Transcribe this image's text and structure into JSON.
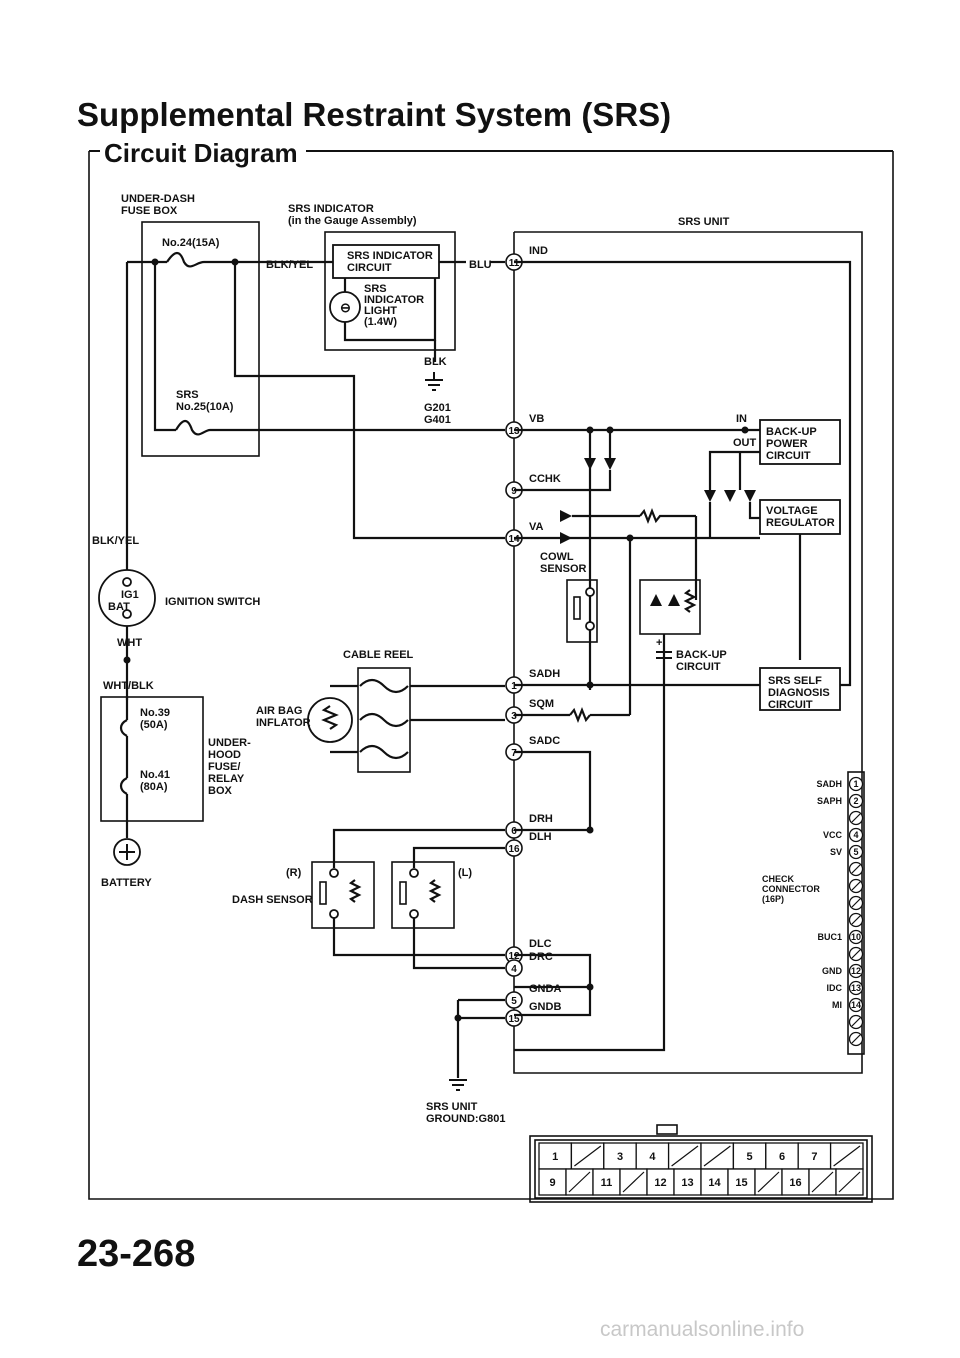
{
  "page": {
    "title": "Supplemental Restraint System (SRS)",
    "subtitle": "Circuit Diagram",
    "page_number": "23-268",
    "watermark": "carmanualsonline.info"
  },
  "labels": {
    "underdash_fuse_box": [
      "UNDER-DASH",
      "FUSE BOX"
    ],
    "fuse_24": "No.24(15A)",
    "fuse_25": [
      "SRS",
      "No.25(10A)"
    ],
    "srs_indicator": [
      "SRS INDICATOR",
      "(in the Gauge Assembly)"
    ],
    "srs_indicator_circuit": [
      "SRS INDICATOR",
      "CIRCUIT"
    ],
    "srs_indicator_light": [
      "SRS",
      "INDICATOR",
      "LIGHT",
      "(1.4W)"
    ],
    "srs_unit": "SRS UNIT",
    "blk_yel_1": "BLK/YEL",
    "blk_yel_2": "BLK/YEL",
    "blu": "BLU",
    "blk": "BLK",
    "ground_g201": [
      "G201",
      "G401"
    ],
    "ignition_switch": "IGNITION SWITCH",
    "ig1": "IG1",
    "bat": "BAT",
    "wht": "WHT",
    "wht_blk": "WHT/BLK",
    "fuse_39": [
      "No.39",
      "(50A)"
    ],
    "fuse_41": [
      "No.41",
      "(80A)"
    ],
    "underhood_box": [
      "UNDER-",
      "HOOD",
      "FUSE/",
      "RELAY",
      "BOX"
    ],
    "battery": "BATTERY",
    "cable_reel": "CABLE REEL",
    "air_bag_inflator": [
      "AIR BAG",
      "INFLATOR"
    ],
    "dash_sensor": "DASH SENSOR",
    "sensor_r": "(R)",
    "sensor_l": "(L)",
    "cowl_sensor": [
      "COWL",
      "SENSOR"
    ],
    "backup_power": [
      "BACK-UP",
      "POWER",
      "CIRCUIT"
    ],
    "in_label": "IN",
    "out_label": "OUT",
    "voltage_regulator": [
      "VOLTAGE",
      "REGULATOR"
    ],
    "backup_circuit": [
      "BACK-UP",
      "CIRCUIT"
    ],
    "self_diagnosis": [
      "SRS SELF",
      "DIAGNOSIS",
      "CIRCUIT"
    ],
    "check_connector": [
      "CHECK",
      "CONNECTOR",
      "(16P)"
    ],
    "srs_unit_ground": [
      "SRS UNIT",
      "GROUND:G801"
    ]
  },
  "srs_unit_terminals": [
    {
      "pin": "11",
      "name": "IND"
    },
    {
      "pin": "13",
      "name": "VB"
    },
    {
      "pin": "9",
      "name": "CCHK"
    },
    {
      "pin": "14",
      "name": "VA"
    },
    {
      "pin": "1",
      "name": "SADH"
    },
    {
      "pin": "3",
      "name": "SQM"
    },
    {
      "pin": "7",
      "name": "SADC"
    },
    {
      "pin": "6",
      "name": "DRH"
    },
    {
      "pin": "16",
      "name": "DLH"
    },
    {
      "pin": "12",
      "name": "DLC"
    },
    {
      "pin": "4",
      "name": "DRC"
    },
    {
      "pin": "5",
      "name": "GNDA"
    },
    {
      "pin": "15",
      "name": "GNDB"
    }
  ],
  "check_connector_pins": [
    {
      "pin": "1",
      "name": "SADH"
    },
    {
      "pin": "2",
      "name": "SAPH"
    },
    {
      "pin": "",
      "name": ""
    },
    {
      "pin": "4",
      "name": "VCC"
    },
    {
      "pin": "5",
      "name": "SV"
    },
    {
      "pin": "",
      "name": ""
    },
    {
      "pin": "",
      "name": ""
    },
    {
      "pin": "",
      "name": ""
    },
    {
      "pin": "",
      "name": ""
    },
    {
      "pin": "10",
      "name": "BUC1"
    },
    {
      "pin": "",
      "name": ""
    },
    {
      "pin": "12",
      "name": "GND"
    },
    {
      "pin": "13",
      "name": "IDC"
    },
    {
      "pin": "14",
      "name": "MI"
    },
    {
      "pin": "",
      "name": ""
    },
    {
      "pin": "",
      "name": ""
    }
  ],
  "connector_face": {
    "top_row": [
      "1",
      "",
      "3",
      "4",
      "",
      "",
      "5",
      "6",
      "7",
      ""
    ],
    "bottom_row": [
      "9",
      "",
      "11",
      "",
      "12",
      "13",
      "14",
      "15",
      "",
      "16",
      "",
      ""
    ]
  }
}
